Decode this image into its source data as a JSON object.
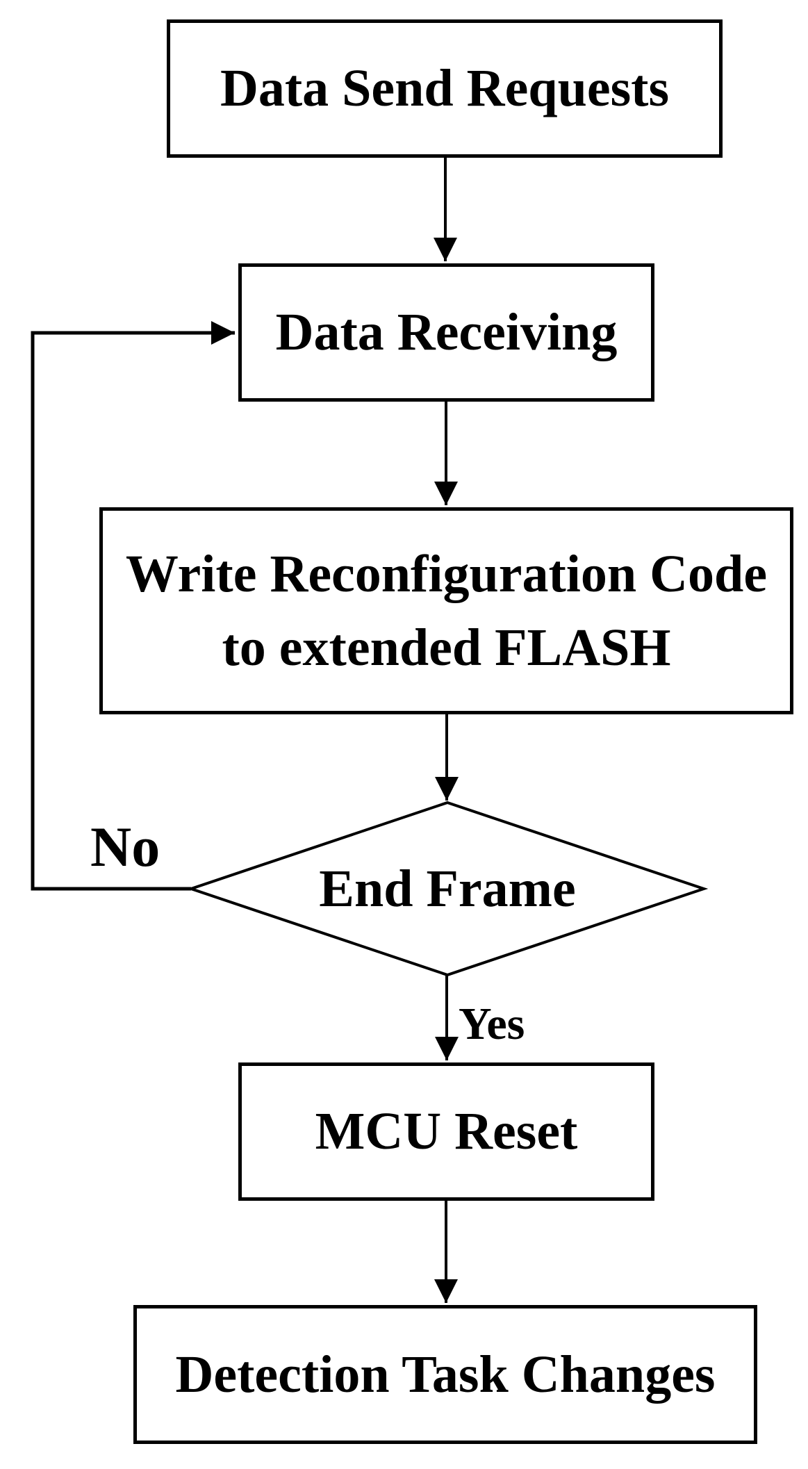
{
  "flowchart": {
    "colors": {
      "background": "#ffffff",
      "stroke": "#000000",
      "text": "#000000"
    },
    "nodes": {
      "data_send_requests": {
        "shape": "rectangle",
        "label": "Data Send Requests"
      },
      "data_receiving": {
        "shape": "rectangle",
        "label": "Data Receiving"
      },
      "write_reconfiguration": {
        "shape": "rectangle",
        "label_line1": "Write Reconfiguration Code",
        "label_line2": "to extended FLASH"
      },
      "end_frame": {
        "shape": "diamond",
        "label": "End Frame"
      },
      "mcu_reset": {
        "shape": "rectangle",
        "label": "MCU Reset"
      },
      "detection_task_changes": {
        "shape": "rectangle",
        "label": "Detection Task Changes"
      }
    },
    "edges": [
      {
        "from": "data_send_requests",
        "to": "data_receiving",
        "label": ""
      },
      {
        "from": "data_receiving",
        "to": "write_reconfiguration",
        "label": ""
      },
      {
        "from": "write_reconfiguration",
        "to": "end_frame",
        "label": ""
      },
      {
        "from": "end_frame",
        "to": "mcu_reset",
        "label": "Yes"
      },
      {
        "from": "end_frame",
        "to": "data_receiving",
        "label": "No"
      },
      {
        "from": "mcu_reset",
        "to": "detection_task_changes",
        "label": ""
      }
    ]
  }
}
